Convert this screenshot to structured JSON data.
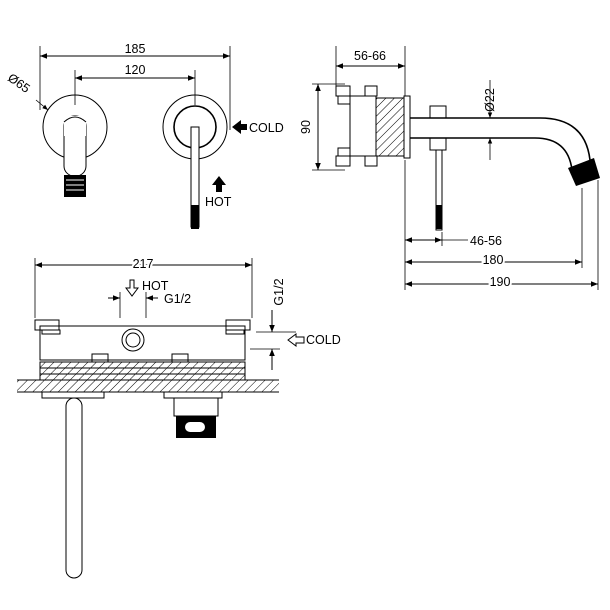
{
  "labels": {
    "front_width": "185",
    "front_center": "120",
    "flange_dia": "Ø65",
    "cold_front": "COLD",
    "hot_front": "HOT",
    "body_depth": "56-66",
    "spout_dia": "Ø22",
    "height": "90",
    "handle_reach": "46-56",
    "spout_reach": "180",
    "overall_reach": "190",
    "plan_width": "217",
    "hot_plan": "HOT",
    "g_hot": "G1/2",
    "g_cold": "G1/2",
    "cold_plan": "COLD"
  }
}
